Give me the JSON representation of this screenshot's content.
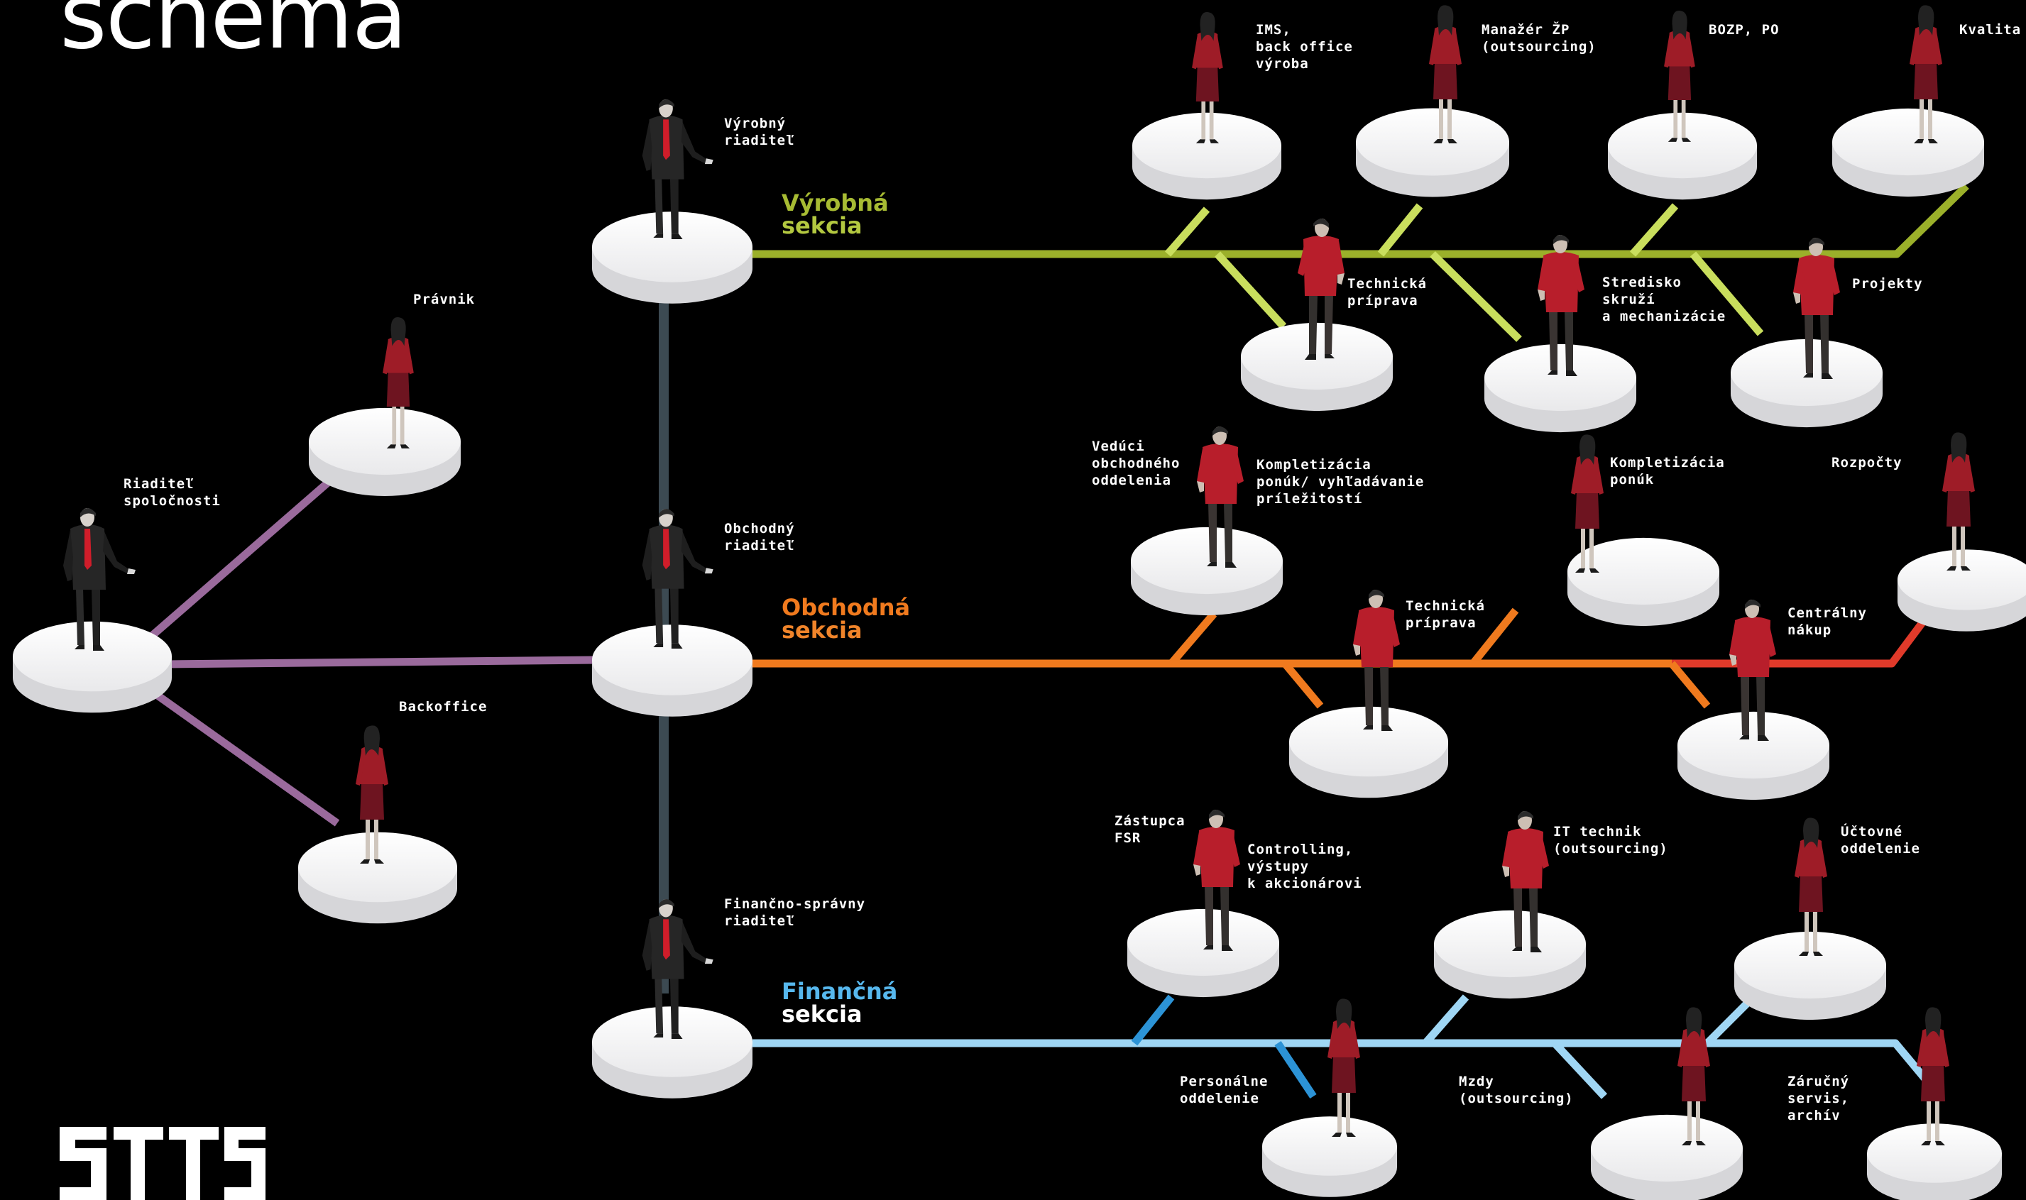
{
  "title": "schéma",
  "colors": {
    "vyrobna": "#9bb02a",
    "vyrobna_light": "#c9de5d",
    "obchodna": "#f07a1e",
    "obchodna_red": "#e03a2a",
    "financna": "#9fd6f4",
    "financna_dark": "#2c93d6",
    "vedenie": "#9a6a9c",
    "spine": "#3c4a52"
  },
  "sections": {
    "vyrobna": {
      "line1": "Výrobná",
      "line2": "sekcia"
    },
    "obchodna": {
      "line1": "Obchodná",
      "line2": "sekcia"
    },
    "financna": {
      "line1": "Finančná",
      "line2": "sekcia"
    }
  },
  "management": {
    "ceo": "Riaditeľ\nspoločnosti",
    "lawyer": "Právnik",
    "backoffice": "Backoffice",
    "production_director": "Výrobný\nriaditeľ",
    "sales_director": "Obchodný\nriaditeľ",
    "finance_director": "Finančno-správny\nriaditeľ"
  },
  "vyrobna_roles": {
    "ims": "IMS,\nback office\nvýroba",
    "env_manager": "Manažér ŽP\n(outsourcing)",
    "bozp": "BOZP, PO",
    "kvalita": "Kvalita",
    "tech_priprava": "Technická\npríprava",
    "stredisko": "Stredisko\nskruží\na mechanizácie",
    "projekty": "Projekty"
  },
  "obchodna_roles": {
    "veduci": "Vedúci\nobchodného\noddelenia",
    "kompletizacia_vyhladavanie": "Kompletizácia\nponúk/ vyhľadávanie\npríležitostí",
    "kompletizacia": "Kompletizácia\nponúk",
    "rozpocty": "Rozpočty",
    "tech_priprava": "Technická\npríprava",
    "centralny_nakup": "Centrálny\nnákup"
  },
  "financna_roles": {
    "zastupca": "Zástupca\nFSR",
    "controlling": "Controlling,\nvýstupy\nk akcionárovi",
    "it": "IT technik\n(outsourcing)",
    "uctovne": "Účtovné\noddelenie",
    "personalne": "Personálne\noddelenie",
    "mzdy": "Mzdy\n(outsourcing)",
    "zarucny": "Záručný\nservis,\narchív"
  },
  "logo_text": "STTS"
}
